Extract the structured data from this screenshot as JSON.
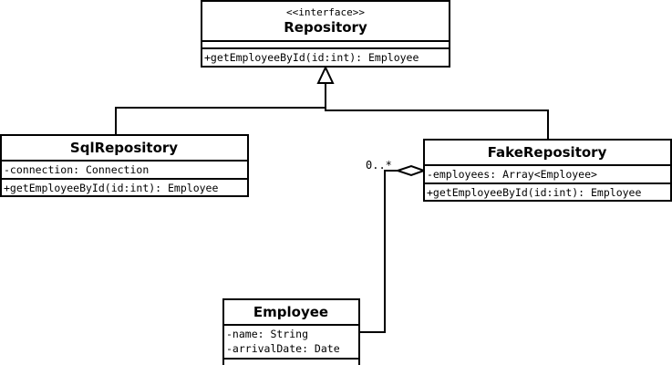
{
  "classes": {
    "repository": {
      "stereotype": "<<interface>>",
      "name": "Repository",
      "methods": [
        "+getEmployeeById(id:int): Employee"
      ]
    },
    "sql_repository": {
      "name": "SqlRepository",
      "attributes": [
        "-connection: Connection"
      ],
      "methods": [
        "+getEmployeeById(id:int): Employee"
      ]
    },
    "fake_repository": {
      "name": "FakeRepository",
      "attributes": [
        "-employees: Array<Employee>"
      ],
      "methods": [
        "+getEmployeeById(id:int): Employee"
      ]
    },
    "employee": {
      "name": "Employee",
      "attributes": [
        "-name: String",
        "-arrivalDate: Date"
      ]
    }
  },
  "relations": {
    "realization": {
      "type": "realization",
      "from": [
        "SqlRepository",
        "FakeRepository"
      ],
      "to": "Repository"
    },
    "aggregation": {
      "type": "aggregation",
      "whole": "FakeRepository",
      "part": "Employee",
      "multiplicity": "0..*"
    }
  }
}
